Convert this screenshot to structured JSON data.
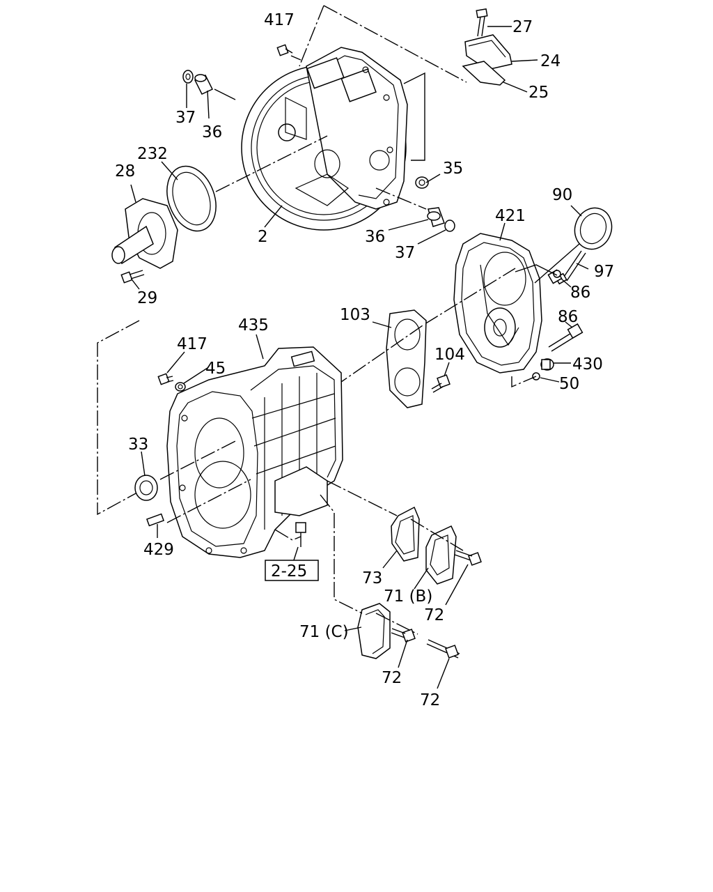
{
  "labels": {
    "l417a": "417",
    "l27": "27",
    "l24": "24",
    "l25": "25",
    "l37a": "37",
    "l36a": "36",
    "l232": "232",
    "l28": "28",
    "l35": "35",
    "l2": "2",
    "l36b": "36",
    "l37b": "37",
    "l29": "29",
    "l90": "90",
    "l421": "421",
    "l97": "97",
    "l86a": "86",
    "l86b": "86",
    "l103": "103",
    "l435": "435",
    "l417b": "417",
    "l45": "45",
    "l104": "104",
    "l430": "430",
    "l50": "50",
    "l33": "33",
    "l429": "429",
    "ref225": "2-25",
    "l73": "73",
    "l71b": "71 (B)",
    "l72a": "72",
    "l71c": "71 (C)",
    "l72b": "72",
    "l72c": "72"
  }
}
